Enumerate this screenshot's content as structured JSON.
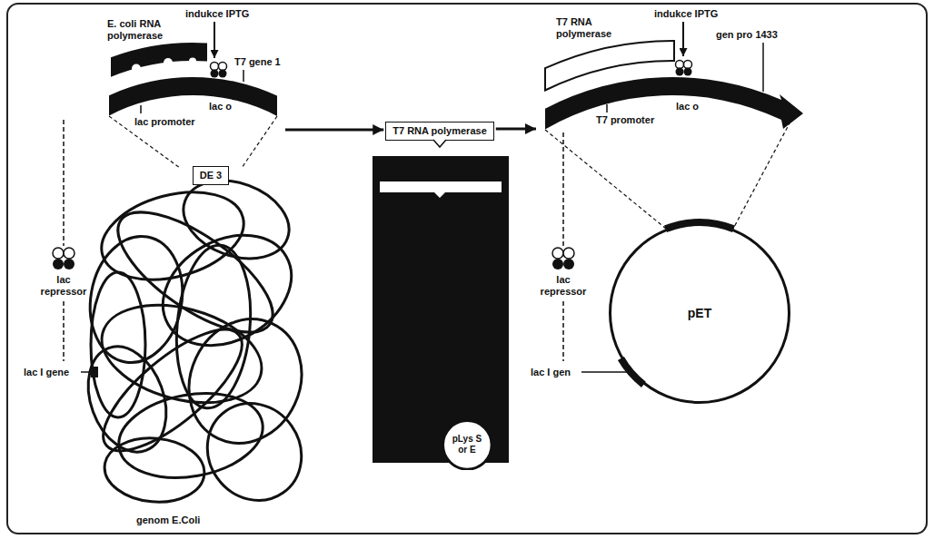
{
  "diagram": {
    "nodes": [
      {
        "text": [
          "T7 gene 1"
        ]
      },
      {
        "text": [
          "T7 RNA polymerase"
        ]
      },
      {
        "text": [
          "gen pro 1433"
        ]
      },
      {
        "text": [
          "DE 3"
        ]
      },
      {
        "text": [
          "pLys S or E"
        ]
      },
      {
        "text": [
          "pET"
        ]
      }
    ],
    "edges": [
      {
        "from": 0,
        "to": 1,
        "arrow": "to"
      },
      {
        "from": 1,
        "to": 2,
        "arrow": "to"
      }
    ],
    "labels": [
      "indukce IPTG",
      "E. coli RNA polymerase",
      "lac o",
      "lac promoter",
      "lac repressor",
      "lac I gene",
      "genom E.Coli",
      "indukce IPTG",
      "T7 RNA polymerase",
      "lac o",
      "T7 promoter",
      "lac repressor",
      "lac I gen"
    ]
  }
}
